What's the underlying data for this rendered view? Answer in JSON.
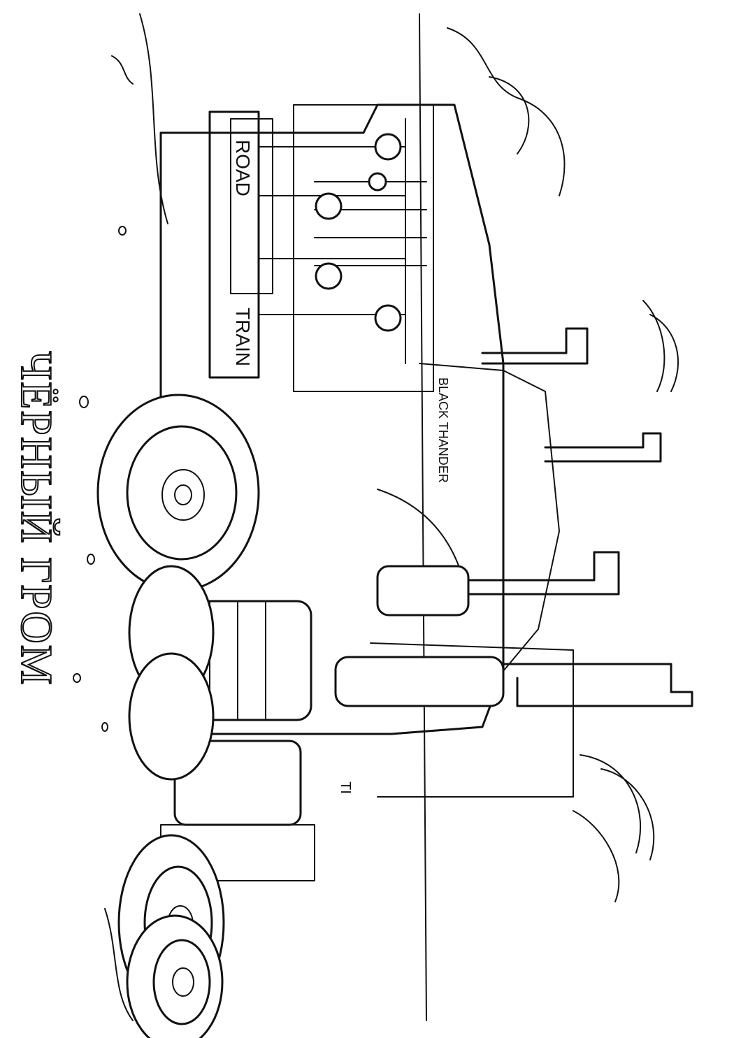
{
  "page": {
    "title": "ЧЁРНЫЙ ГРОМ"
  },
  "truck": {
    "bullbar_text_top": "ROAD",
    "bullbar_text_bottom": "TRAIN",
    "side_text": "BLACK THANDER",
    "rear_badge": "TI"
  },
  "colors": {
    "ink": "#111111",
    "paper": "#ffffff"
  }
}
